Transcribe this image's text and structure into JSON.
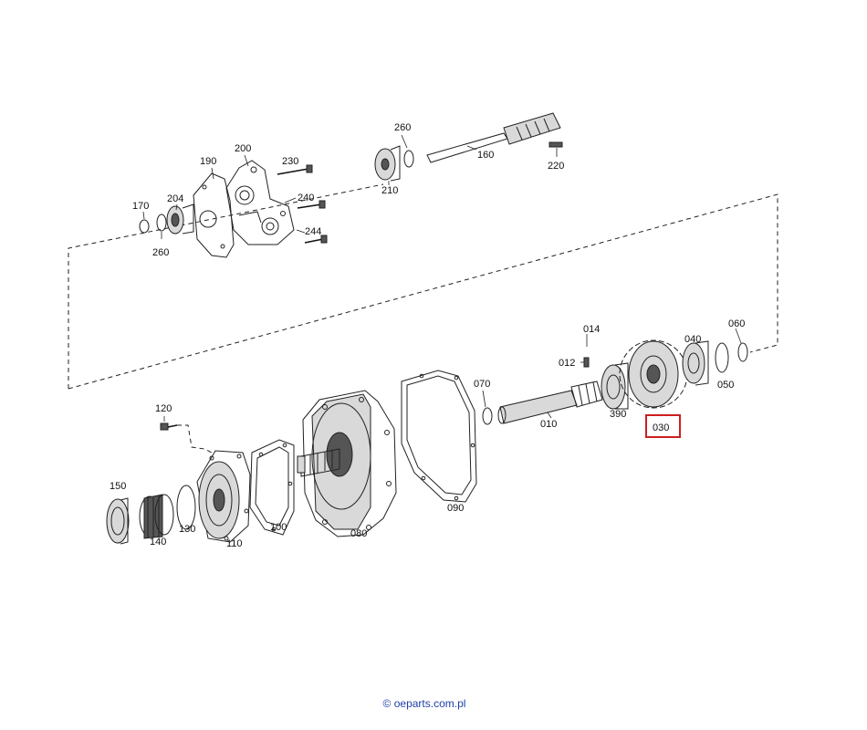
{
  "labels": {
    "p010": "010",
    "p012": "012",
    "p014": "014",
    "p030": "030",
    "p040": "040",
    "p050": "050",
    "p060": "060",
    "p070": "070",
    "p080": "080",
    "p090": "090",
    "p100": "100",
    "p110": "110",
    "p120": "120",
    "p130": "130",
    "p140": "140",
    "p150": "150",
    "p160": "160",
    "p170": "170",
    "p190": "190",
    "p200": "200",
    "p204": "204",
    "p210": "210",
    "p220": "220",
    "p230": "230",
    "p240": "240",
    "p244": "244",
    "p260a": "260",
    "p260b": "260",
    "p390": "390"
  },
  "highlight": {
    "part": "030",
    "color": "#cc1f1f"
  },
  "footer": {
    "copyright": "© oeparts.com.pl"
  }
}
